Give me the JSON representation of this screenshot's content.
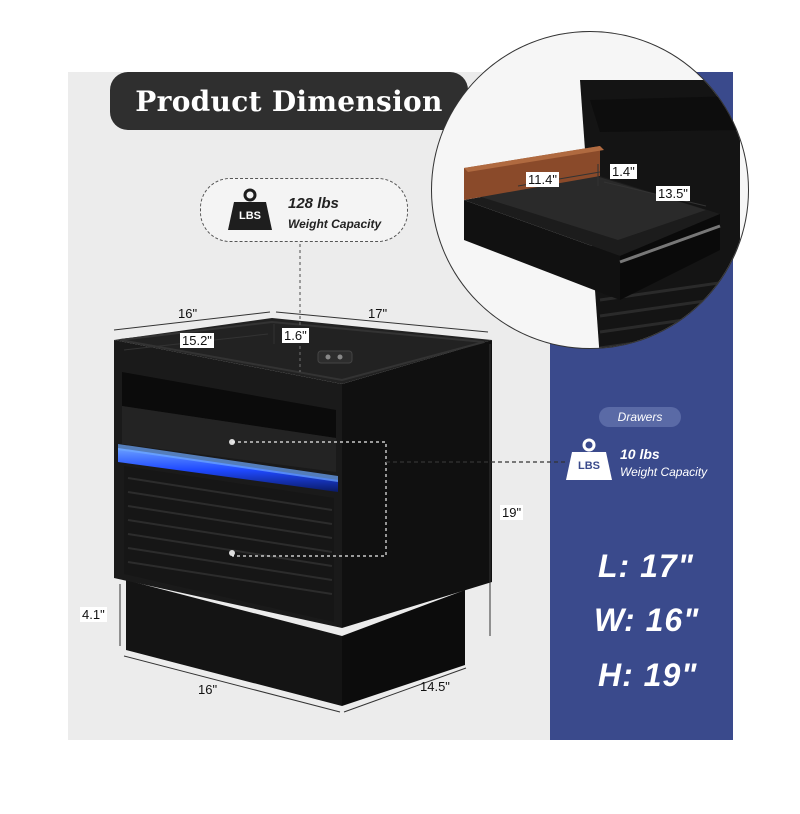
{
  "title": "Product Dimension",
  "top_badge": {
    "icon_label": "LBS",
    "weight": "128 lbs",
    "caption": "Weight Capacity"
  },
  "drawer_badge": {
    "tag": "Drawers",
    "icon_label": "LBS",
    "weight": "10 lbs",
    "caption": "Weight Capacity"
  },
  "dimensions": {
    "top_width": "16\"",
    "top_depth": "17\"",
    "inner_width": "15.2\"",
    "rim_height": "1.6\"",
    "height": "19\"",
    "base_height": "4.1\"",
    "base_width": "16\"",
    "base_depth": "14.5\""
  },
  "drawer_dims": {
    "width": "11.4\"",
    "height": "1.4\"",
    "depth": "13.5\""
  },
  "specs": {
    "length": "L: 17\"",
    "width": "W: 16\"",
    "height": "H: 19\""
  },
  "colors": {
    "panel_bg": "#ececec",
    "blue_panel": "#3a4a8c",
    "title_bg": "#2f2f2f",
    "led": "#2a5cff",
    "furniture": "#161616"
  }
}
